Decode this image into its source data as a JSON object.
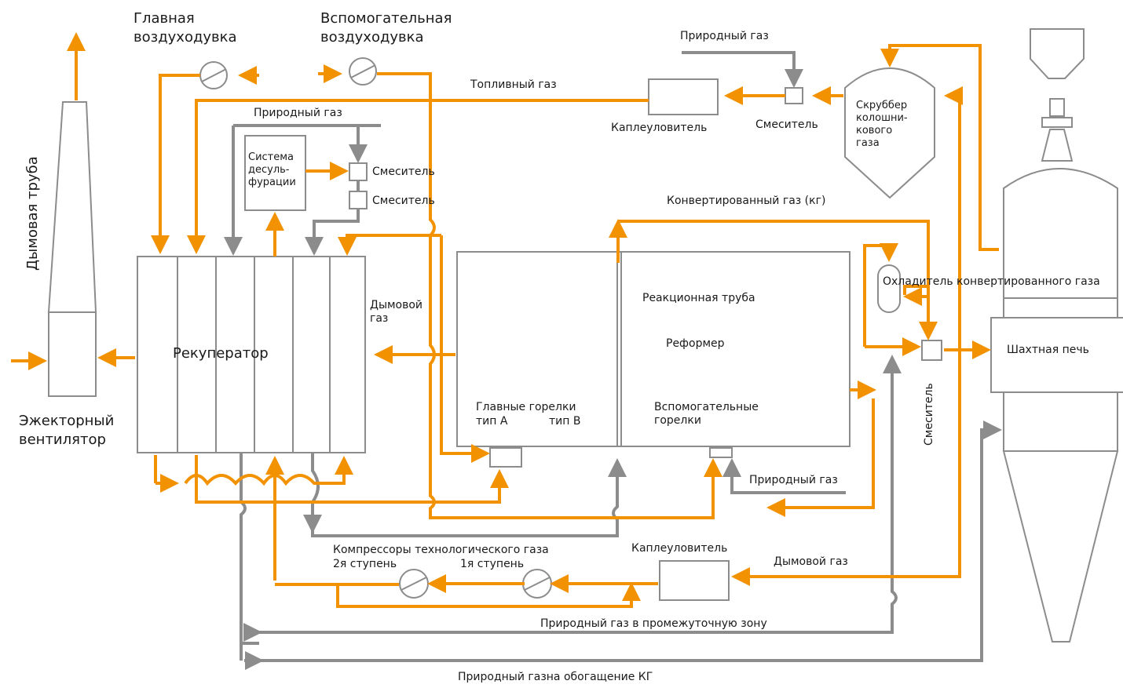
{
  "colors": {
    "process_flow": "#f39200",
    "gas_flow": "#8c8c8c",
    "equipment_outline": "#8c8c8c",
    "text": "#1a1a1a"
  },
  "labels": {
    "main_blower": "Главная\nвоздуходувка",
    "aux_blower": "Вспомогательная\nвоздуходувка",
    "chimney": "Дымовая труба",
    "ejector_fan": "Эжекторный\nвентилятор",
    "recuperator": "Рекуператор",
    "desulfurization": "Система\nдесуль-\nфурации",
    "mixer_a": "Смеситель",
    "mixer_b": "Смеситель",
    "mixer_top": "Смеситель",
    "mixer_shaft": "Смеситель",
    "natural_gas_top_left": "Природный газ",
    "natural_gas_top_right": "Природный газ",
    "natural_gas_reformer": "Природный газ",
    "fuel_gas": "Топливный газ",
    "droplet_catcher_top": "Каплеуловитель",
    "droplet_catcher_bottom": "Каплеуловитель",
    "scrubber": "Скруббер\nколошни-\nкового\nгаза",
    "converted_gas": "Конвертированный газ (кг)",
    "gas_cooler": "Охладитель конвертированного газа",
    "flue_gas_left": "Дымовой\nгаз",
    "flue_gas_bottom": "Дымовой газ",
    "reaction_tube": "Реакционная труба",
    "reformer": "Реформер",
    "main_burners": "Главные горелки",
    "type_a": "тип А",
    "type_b": "тип В",
    "aux_burners": "Вспомогательные\nгорелки",
    "shaft_furnace": "Шахтная печь",
    "compressors": "Компрессоры технологического газа",
    "stage_2": "2я ступень",
    "stage_1": "1я ступень",
    "ng_intermediate": "Природный газ в промежуточную зону",
    "ng_enrichment": "Природный газна обогащение КГ"
  }
}
